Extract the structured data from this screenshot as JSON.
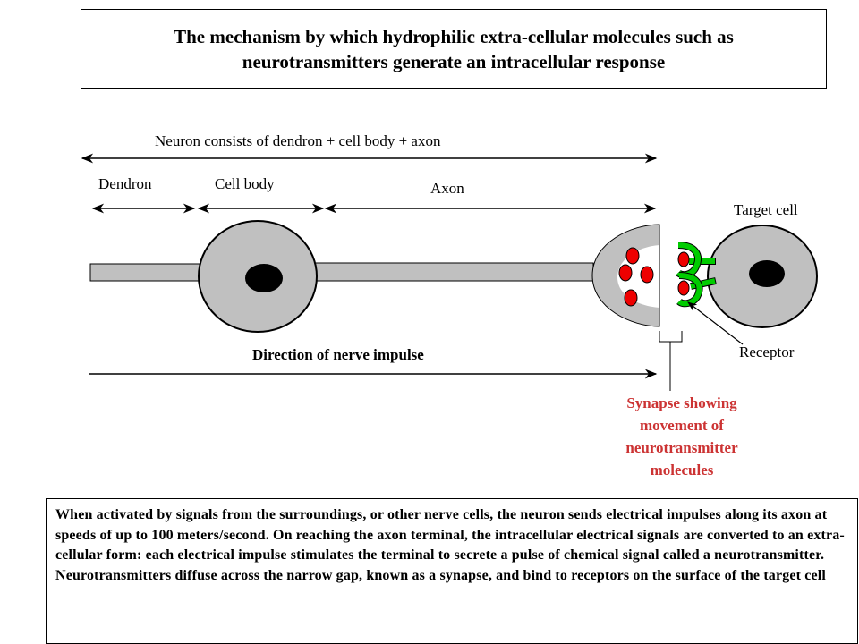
{
  "title": "The mechanism by which hydrophilic extra-cellular molecules such as neurotransmitters generate an intracellular response",
  "labels": {
    "neuron": "Neuron consists of dendron + cell body + axon",
    "dendron": "Dendron",
    "cell_body": "Cell body",
    "axon": "Axon",
    "target_cell": "Target cell",
    "direction": "Direction of nerve impulse",
    "receptor": "Receptor",
    "synapse": "Synapse showing movement of neurotransmitter molecules"
  },
  "description": "When activated by signals from the surroundings, or other nerve cells, the neuron sends electrical impulses along its axon at speeds of up to 100 meters/second. On reaching the axon terminal, the intracellular electrical signals are converted to an extra-cellular form: each electrical impulse stimulates the terminal to secrete a pulse of chemical signal called a neurotransmitter. Neurotransmitters diffuse across the narrow gap, known as a synapse, and bind to receptors on the surface of the target cell",
  "colors": {
    "membrane_fill": "#c0c0c0",
    "nucleus": "#000000",
    "neurotransmitter": "#ee0000",
    "receptor": "#00cc00",
    "synapse_text": "#cc3333"
  }
}
